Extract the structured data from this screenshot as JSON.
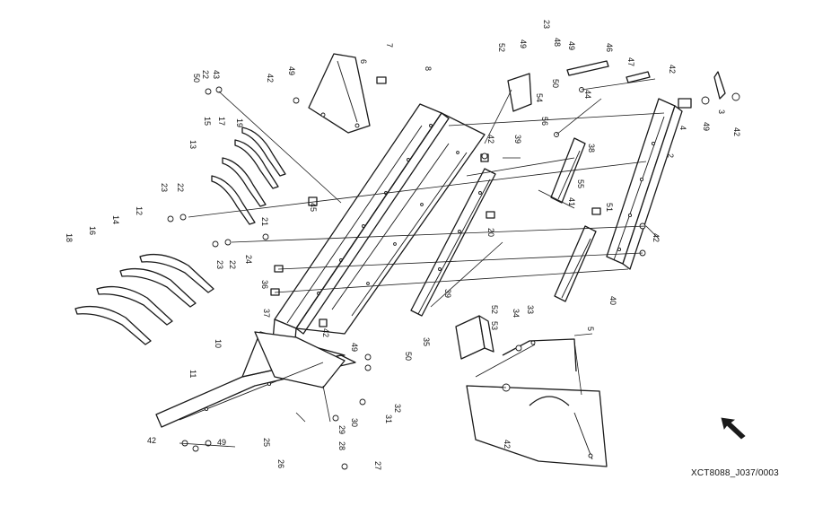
{
  "figure_reference": "XCT8088_J037/0003",
  "direction_arrow_icon": "arrow-up-left-icon",
  "callouts": [
    {
      "id": "c-2",
      "text": "2"
    },
    {
      "id": "c-3",
      "text": "3"
    },
    {
      "id": "c-4",
      "text": "4"
    },
    {
      "id": "c-5",
      "text": "5"
    },
    {
      "id": "c-6",
      "text": "6"
    },
    {
      "id": "c-7",
      "text": "7"
    },
    {
      "id": "c-8",
      "text": "8"
    },
    {
      "id": "c-10",
      "text": "10"
    },
    {
      "id": "c-11",
      "text": "11"
    },
    {
      "id": "c-12",
      "text": "12"
    },
    {
      "id": "c-13",
      "text": "13"
    },
    {
      "id": "c-14",
      "text": "14"
    },
    {
      "id": "c-15",
      "text": "15"
    },
    {
      "id": "c-16",
      "text": "16"
    },
    {
      "id": "c-17",
      "text": "17"
    },
    {
      "id": "c-18",
      "text": "18"
    },
    {
      "id": "c-19",
      "text": "19"
    },
    {
      "id": "c-20",
      "text": "20"
    },
    {
      "id": "c-21",
      "text": "21"
    },
    {
      "id": "c-22a",
      "text": "22"
    },
    {
      "id": "c-22b",
      "text": "22"
    },
    {
      "id": "c-22c",
      "text": "22"
    },
    {
      "id": "c-23a",
      "text": "23"
    },
    {
      "id": "c-23b",
      "text": "23"
    },
    {
      "id": "c-23c",
      "text": "23"
    },
    {
      "id": "c-24",
      "text": "24"
    },
    {
      "id": "c-25",
      "text": "25"
    },
    {
      "id": "c-26",
      "text": "26"
    },
    {
      "id": "c-27",
      "text": "27"
    },
    {
      "id": "c-28",
      "text": "28"
    },
    {
      "id": "c-29",
      "text": "29"
    },
    {
      "id": "c-30",
      "text": "30"
    },
    {
      "id": "c-31",
      "text": "31"
    },
    {
      "id": "c-32",
      "text": "32"
    },
    {
      "id": "c-33",
      "text": "33"
    },
    {
      "id": "c-34",
      "text": "34"
    },
    {
      "id": "c-35",
      "text": "35"
    },
    {
      "id": "c-36",
      "text": "36"
    },
    {
      "id": "c-37",
      "text": "37"
    },
    {
      "id": "c-38",
      "text": "38"
    },
    {
      "id": "c-39a",
      "text": "39"
    },
    {
      "id": "c-39b",
      "text": "39"
    },
    {
      "id": "c-40",
      "text": "40"
    },
    {
      "id": "c-41",
      "text": "41"
    },
    {
      "id": "c-42a",
      "text": "42"
    },
    {
      "id": "c-42b",
      "text": "42"
    },
    {
      "id": "c-42c",
      "text": "42"
    },
    {
      "id": "c-42d",
      "text": "42"
    },
    {
      "id": "c-42e",
      "text": "42"
    },
    {
      "id": "c-42f",
      "text": "42"
    },
    {
      "id": "c-42g",
      "text": "42"
    },
    {
      "id": "c-42h",
      "text": "42"
    },
    {
      "id": "c-43",
      "text": "43"
    },
    {
      "id": "c-44",
      "text": "44"
    },
    {
      "id": "c-45",
      "text": "45"
    },
    {
      "id": "c-46",
      "text": "46"
    },
    {
      "id": "c-47",
      "text": "47"
    },
    {
      "id": "c-48",
      "text": "48"
    },
    {
      "id": "c-49a",
      "text": "49"
    },
    {
      "id": "c-49b",
      "text": "49"
    },
    {
      "id": "c-49c",
      "text": "49"
    },
    {
      "id": "c-49d",
      "text": "49"
    },
    {
      "id": "c-49e",
      "text": "49"
    },
    {
      "id": "c-49f",
      "text": "49"
    },
    {
      "id": "c-50a",
      "text": "50"
    },
    {
      "id": "c-50b",
      "text": "50"
    },
    {
      "id": "c-50c",
      "text": "50"
    },
    {
      "id": "c-51",
      "text": "51"
    },
    {
      "id": "c-52a",
      "text": "52"
    },
    {
      "id": "c-52b",
      "text": "52"
    },
    {
      "id": "c-53",
      "text": "53"
    },
    {
      "id": "c-54",
      "text": "54"
    },
    {
      "id": "c-55",
      "text": "55"
    },
    {
      "id": "c-56",
      "text": "56"
    }
  ]
}
